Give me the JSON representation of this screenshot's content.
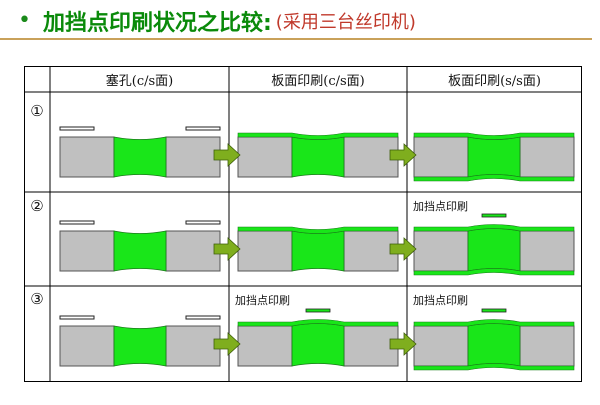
{
  "title": {
    "bullet": "•",
    "main": "加挡点印刷状况之比较:",
    "sub": "(采用三台丝印机)"
  },
  "table": {
    "columns": [
      "塞孔(c/s面)",
      "板面印刷(c/s面)",
      "板面印刷(s/s面)"
    ],
    "rows": [
      {
        "number": "①",
        "notes": [
          "",
          "",
          ""
        ]
      },
      {
        "number": "②",
        "notes": [
          "",
          "",
          "加挡点印刷"
        ]
      },
      {
        "number": "③",
        "notes": [
          "",
          "加挡点印刷",
          "加挡点印刷"
        ]
      }
    ]
  },
  "colors": {
    "title_green": "#0a8a0a",
    "subtitle_red": "#c0392b",
    "rule": "#c9a15a",
    "ink_green": "#19e619",
    "board_gray": "#c0c0c0",
    "arrow_green": "#7fae1e"
  },
  "icons": [
    "right-arrow-icon"
  ]
}
